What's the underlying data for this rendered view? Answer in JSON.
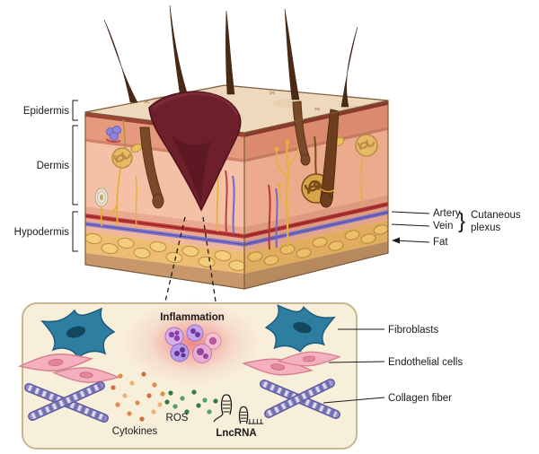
{
  "title": "Skin wound and inflammation diagram",
  "colors": {
    "inflammation_red": "#c23030",
    "fibroblast_teal": "#2e7ea2",
    "endothelial_pink": "#f5b0bf",
    "collagen_purple": "#938ec9",
    "cytokine_orange": "#e08a4e",
    "ros_green": "#2e7d3e",
    "panel_bg": "#f8efdb",
    "wound_maroon": "#6d1f2b"
  },
  "skin": {
    "layers": [
      {
        "label": "Epidermis"
      },
      {
        "label": "Dermis"
      },
      {
        "label": "Hypodermis"
      }
    ],
    "vessels": {
      "artery": "Artery",
      "vein": "Vein",
      "brace": "}",
      "plexus_line1": "Cutaneous",
      "plexus_line2": "plexus",
      "fat": "Fat"
    }
  },
  "panel": {
    "inflammation_label": "Inflammation",
    "cytokines_label": "Cytokines",
    "ros_label": "ROS",
    "lncrna_label": "LncRNA",
    "fibroblasts_label": "Fibroblasts",
    "endothelial_label": "Endothelial cells",
    "collagen_label": "Collagen fiber"
  }
}
